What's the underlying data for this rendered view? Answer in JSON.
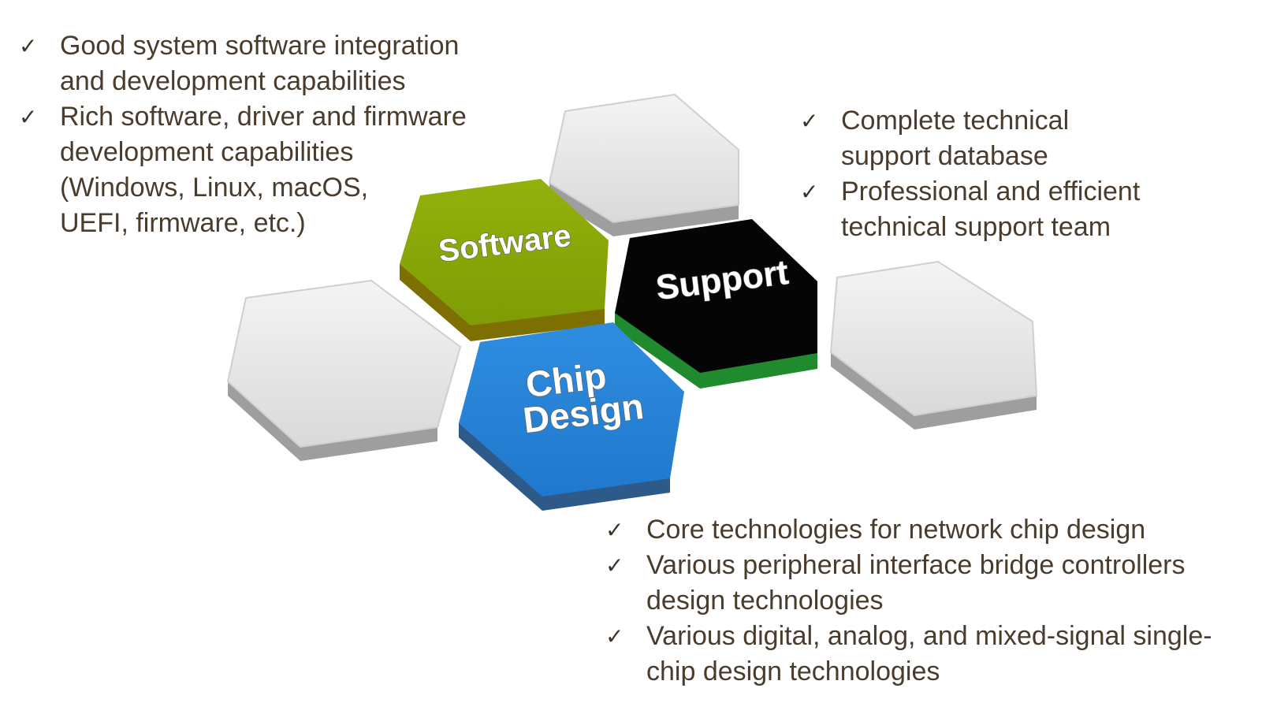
{
  "colors": {
    "software": "#8aa808",
    "support": "#050505",
    "chip_design": "#2a86d8",
    "neutral": "#e6e6e6",
    "text": "#4a3c2c"
  },
  "hexagons": {
    "software": {
      "label": "Software"
    },
    "support": {
      "label": "Support"
    },
    "chip_design": {
      "label_line1": "Chip",
      "label_line2": "Design"
    }
  },
  "lists": {
    "software": [
      {
        "icon": "check-icon",
        "text": "Good system software integration\nand development capabilities"
      },
      {
        "icon": "check-icon",
        "text": "Rich software, driver and firmware\ndevelopment capabilities\n(Windows, Linux, macOS,\n UEFI, firmware, etc.)"
      }
    ],
    "support": [
      {
        "icon": "check-icon",
        "text": "Complete technical\nsupport database"
      },
      {
        "icon": "check-icon",
        "text": "Professional and efficient\ntechnical support team"
      }
    ],
    "chip_design": [
      {
        "icon": "check-icon",
        "text": "Core technologies for network chip design"
      },
      {
        "icon": "check-icon",
        "text": "Various peripheral interface bridge controllers\ndesign technologies"
      },
      {
        "icon": "check-icon",
        "text": "Various digital, analog, and mixed-signal single-\nchip design technologies"
      }
    ]
  }
}
